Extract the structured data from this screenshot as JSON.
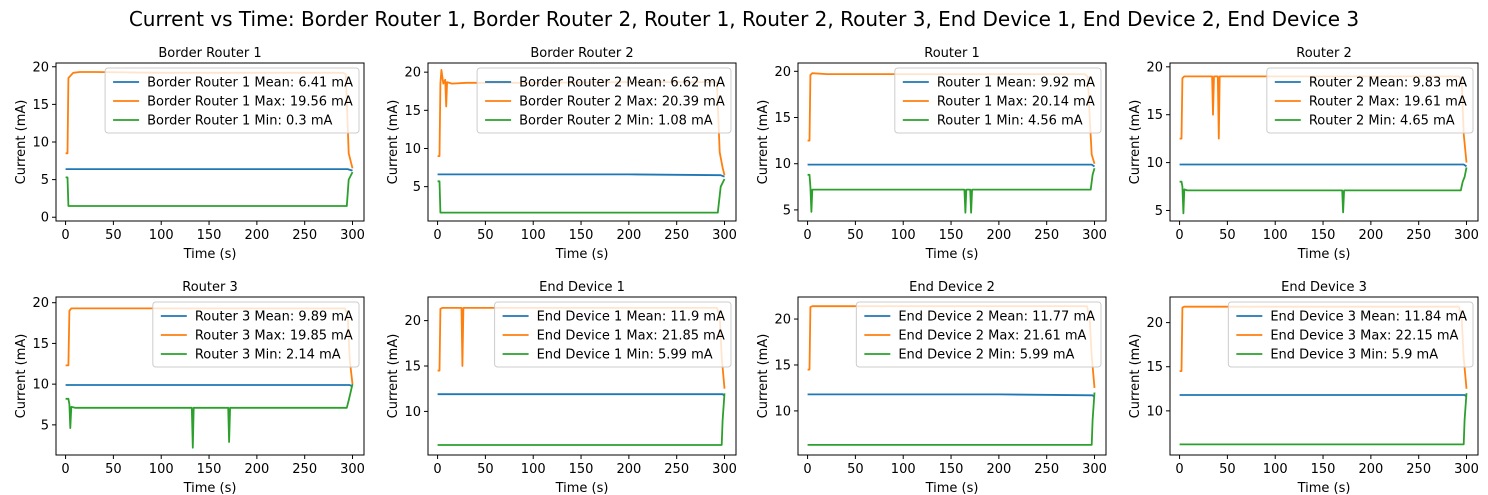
{
  "figure": {
    "suptitle": "Current vs Time: Border Router 1, Border Router 2, Router 1, Router 2, Router 3, End Device 1, End Device 2, End Device 3"
  },
  "colors": {
    "mean": "#1f77b4",
    "max": "#ff7f0e",
    "min": "#2ca02c"
  },
  "chart_data": [
    {
      "type": "line",
      "title": "Border Router 1",
      "xlabel": "Time (s)",
      "ylabel": "Current (mA)",
      "xlim": [
        -10,
        312
      ],
      "ylim": [
        -0.5,
        20.5
      ],
      "xticks": [
        0,
        50,
        100,
        150,
        200,
        250,
        300
      ],
      "yticks": [
        0,
        5,
        10,
        15,
        20
      ],
      "legend": "upper right",
      "series": [
        {
          "name": "Border Router 1 Mean: 6.41 mA",
          "role": "mean",
          "x": [
            0,
            100,
            200,
            295,
            300
          ],
          "y": [
            6.4,
            6.4,
            6.4,
            6.4,
            6.2
          ]
        },
        {
          "name": "Border Router 1 Max: 19.56 mA",
          "role": "max",
          "x": [
            0,
            2,
            3,
            8,
            15,
            30,
            100,
            200,
            290,
            293,
            296,
            298,
            300
          ],
          "y": [
            8.5,
            8.5,
            18.5,
            19.2,
            19.3,
            19.3,
            19.2,
            19.2,
            19.2,
            19.0,
            8.5,
            7.5,
            6.5
          ]
        },
        {
          "name": "Border Router 1 Min: 0.3 mA",
          "role": "min",
          "x": [
            0,
            2,
            3,
            100,
            200,
            294,
            296,
            298,
            300
          ],
          "y": [
            5.3,
            5.3,
            1.5,
            1.5,
            1.5,
            1.5,
            5.0,
            5.5,
            6.0
          ]
        }
      ]
    },
    {
      "type": "line",
      "title": "Border Router 2",
      "xlabel": "Time (s)",
      "ylabel": "Current (mA)",
      "xlim": [
        -10,
        312
      ],
      "ylim": [
        0.5,
        21.2
      ],
      "xticks": [
        0,
        50,
        100,
        150,
        200,
        250,
        300
      ],
      "yticks": [
        5,
        10,
        15,
        20
      ],
      "legend": "upper right",
      "series": [
        {
          "name": "Border Router 2 Mean: 6.62 mA",
          "role": "mean",
          "x": [
            0,
            100,
            200,
            296,
            300
          ],
          "y": [
            6.6,
            6.6,
            6.6,
            6.5,
            6.3
          ]
        },
        {
          "name": "Border Router 2 Max: 20.39 mA",
          "role": "max",
          "x": [
            0,
            2,
            3,
            4,
            6,
            8,
            9,
            10,
            15,
            30,
            100,
            200,
            292,
            295,
            298,
            300
          ],
          "y": [
            9.0,
            9.0,
            18.5,
            20.3,
            18.5,
            19.0,
            15.5,
            18.7,
            18.5,
            18.6,
            18.6,
            18.7,
            18.7,
            9.5,
            7.5,
            6.5
          ]
        },
        {
          "name": "Border Router 2 Min: 1.08 mA",
          "role": "min",
          "x": [
            0,
            2,
            3,
            100,
            200,
            293,
            296,
            300
          ],
          "y": [
            5.7,
            5.7,
            1.6,
            1.6,
            1.6,
            1.6,
            5.0,
            6.0
          ]
        }
      ]
    },
    {
      "type": "line",
      "title": "Router 1",
      "xlabel": "Time (s)",
      "ylabel": "Current (mA)",
      "xlim": [
        -10,
        312
      ],
      "ylim": [
        3.8,
        20.9
      ],
      "xticks": [
        0,
        50,
        100,
        150,
        200,
        250,
        300
      ],
      "yticks": [
        5,
        10,
        15,
        20
      ],
      "legend": "upper right",
      "series": [
        {
          "name": "Router 1 Mean: 9.92 mA",
          "role": "mean",
          "x": [
            0,
            100,
            200,
            297,
            300
          ],
          "y": [
            9.9,
            9.9,
            9.9,
            9.9,
            9.7
          ]
        },
        {
          "name": "Router 1 Max: 20.14 mA",
          "role": "max",
          "x": [
            0,
            2,
            3,
            5,
            20,
            100,
            200,
            290,
            293,
            295,
            297,
            300
          ],
          "y": [
            12.5,
            12.5,
            19.6,
            19.8,
            19.7,
            19.7,
            19.7,
            19.7,
            19.4,
            15.0,
            11.0,
            10.0
          ]
        },
        {
          "name": "Router 1 Min: 4.56 mA",
          "role": "min",
          "x": [
            0,
            2,
            3,
            4,
            5,
            8,
            100,
            164,
            165,
            166,
            170,
            171,
            172,
            200,
            296,
            298,
            300
          ],
          "y": [
            8.8,
            8.8,
            7.5,
            4.8,
            7.2,
            7.2,
            7.2,
            7.2,
            4.7,
            7.2,
            7.2,
            4.7,
            7.2,
            7.2,
            7.2,
            8.8,
            9.5
          ]
        }
      ]
    },
    {
      "type": "line",
      "title": "Router 2",
      "xlabel": "Time (s)",
      "ylabel": "Current (mA)",
      "xlim": [
        -10,
        312
      ],
      "ylim": [
        3.9,
        20.4
      ],
      "xticks": [
        0,
        50,
        100,
        150,
        200,
        250,
        300
      ],
      "yticks": [
        5,
        10,
        15,
        20
      ],
      "legend": "upper right",
      "series": [
        {
          "name": "Router 2 Mean: 9.83 mA",
          "role": "mean",
          "x": [
            0,
            100,
            200,
            297,
            300
          ],
          "y": [
            9.8,
            9.8,
            9.8,
            9.8,
            9.6
          ]
        },
        {
          "name": "Router 2 Max: 19.61 mA",
          "role": "max",
          "x": [
            0,
            2,
            3,
            5,
            20,
            34,
            35,
            36,
            40,
            41,
            42,
            100,
            200,
            292,
            295,
            297,
            300
          ],
          "y": [
            12.5,
            12.5,
            18.8,
            19.0,
            19.0,
            19.0,
            15.0,
            19.0,
            19.0,
            12.5,
            19.0,
            19.0,
            19.0,
            19.0,
            18.5,
            13.0,
            10.0
          ]
        },
        {
          "name": "Router 2 Min: 4.65 mA",
          "role": "min",
          "x": [
            0,
            2,
            3,
            4,
            5,
            8,
            100,
            170,
            171,
            172,
            200,
            294,
            296,
            298,
            300
          ],
          "y": [
            8.0,
            8.0,
            7.5,
            4.7,
            7.2,
            7.1,
            7.1,
            7.1,
            4.8,
            7.1,
            7.1,
            7.1,
            8.0,
            8.5,
            9.5
          ]
        }
      ]
    },
    {
      "type": "line",
      "title": "Router 3",
      "xlabel": "Time (s)",
      "ylabel": "Current (mA)",
      "xlim": [
        -10,
        312
      ],
      "ylim": [
        1.3,
        20.7
      ],
      "xticks": [
        0,
        50,
        100,
        150,
        200,
        250,
        300
      ],
      "yticks": [
        5,
        10,
        15,
        20
      ],
      "legend": "upper right",
      "series": [
        {
          "name": "Router 3 Mean: 9.89 mA",
          "role": "mean",
          "x": [
            0,
            100,
            200,
            297,
            300
          ],
          "y": [
            9.9,
            9.9,
            9.9,
            9.9,
            9.7
          ]
        },
        {
          "name": "Router 3 Max: 19.85 mA",
          "role": "max",
          "x": [
            0,
            3,
            4,
            6,
            20,
            100,
            200,
            292,
            295,
            297,
            300
          ],
          "y": [
            12.3,
            12.3,
            19.0,
            19.3,
            19.3,
            19.3,
            19.3,
            19.3,
            18.5,
            13.0,
            10.0
          ]
        },
        {
          "name": "Router 3 Min: 2.14 mA",
          "role": "min",
          "x": [
            0,
            3,
            4,
            5,
            6,
            10,
            100,
            132,
            133,
            134,
            170,
            171,
            172,
            200,
            294,
            296,
            298,
            300
          ],
          "y": [
            8.2,
            8.2,
            7.5,
            4.6,
            7.2,
            7.1,
            7.1,
            7.1,
            2.2,
            7.1,
            7.1,
            2.9,
            7.1,
            7.1,
            7.1,
            8.0,
            9.0,
            10.0
          ]
        }
      ]
    },
    {
      "type": "line",
      "title": "End Device 1",
      "xlabel": "Time (s)",
      "ylabel": "Current (mA)",
      "xlim": [
        -10,
        312
      ],
      "ylim": [
        5.2,
        22.6
      ],
      "xticks": [
        0,
        50,
        100,
        150,
        200,
        250,
        300
      ],
      "yticks": [
        10,
        15,
        20
      ],
      "legend": "upper right",
      "series": [
        {
          "name": "End Device 1 Mean: 11.9 mA",
          "role": "mean",
          "x": [
            0,
            100,
            200,
            298,
            300
          ],
          "y": [
            11.9,
            11.9,
            11.9,
            11.9,
            11.7
          ]
        },
        {
          "name": "End Device 1 Max: 21.85 mA",
          "role": "max",
          "x": [
            0,
            2,
            3,
            5,
            20,
            25,
            26,
            27,
            100,
            200,
            292,
            295,
            297,
            300
          ],
          "y": [
            14.5,
            14.5,
            21.3,
            21.4,
            21.4,
            21.4,
            15.0,
            21.4,
            21.4,
            21.4,
            21.4,
            20.5,
            16.0,
            12.5
          ]
        },
        {
          "name": "End Device 1 Min: 5.99 mA",
          "role": "min",
          "x": [
            0,
            100,
            200,
            297,
            298,
            300
          ],
          "y": [
            6.3,
            6.3,
            6.3,
            6.3,
            9.0,
            12.0
          ]
        }
      ]
    },
    {
      "type": "line",
      "title": "End Device 2",
      "xlabel": "Time (s)",
      "ylabel": "Current (mA)",
      "xlim": [
        -10,
        312
      ],
      "ylim": [
        5.2,
        22.4
      ],
      "xticks": [
        0,
        50,
        100,
        150,
        200,
        250,
        300
      ],
      "yticks": [
        10,
        15,
        20
      ],
      "legend": "upper right",
      "series": [
        {
          "name": "End Device 2 Mean: 11.77 mA",
          "role": "mean",
          "x": [
            0,
            100,
            200,
            298,
            300
          ],
          "y": [
            11.8,
            11.8,
            11.8,
            11.7,
            11.5
          ]
        },
        {
          "name": "End Device 2 Max: 21.61 mA",
          "role": "max",
          "x": [
            0,
            2,
            3,
            5,
            20,
            100,
            200,
            292,
            295,
            297,
            300
          ],
          "y": [
            14.5,
            14.5,
            21.3,
            21.4,
            21.4,
            21.4,
            21.4,
            21.4,
            20.0,
            16.0,
            12.5
          ]
        },
        {
          "name": "End Device 2 Min: 5.99 mA",
          "role": "min",
          "x": [
            0,
            100,
            200,
            297,
            298,
            300
          ],
          "y": [
            6.3,
            6.3,
            6.3,
            6.3,
            9.0,
            12.0
          ]
        }
      ]
    },
    {
      "type": "line",
      "title": "End Device 3",
      "xlabel": "Time (s)",
      "ylabel": "Current (mA)",
      "xlim": [
        -10,
        312
      ],
      "ylim": [
        5.0,
        22.9
      ],
      "xticks": [
        0,
        50,
        100,
        150,
        200,
        250,
        300
      ],
      "yticks": [
        10,
        15,
        20
      ],
      "legend": "upper right",
      "series": [
        {
          "name": "End Device 3 Mean: 11.84 mA",
          "role": "mean",
          "x": [
            0,
            100,
            200,
            298,
            300
          ],
          "y": [
            11.8,
            11.8,
            11.8,
            11.8,
            11.6
          ]
        },
        {
          "name": "End Device 3 Max: 22.15 mA",
          "role": "max",
          "x": [
            0,
            2,
            3,
            5,
            20,
            100,
            200,
            292,
            295,
            297,
            300
          ],
          "y": [
            14.5,
            14.5,
            21.7,
            21.8,
            21.8,
            21.8,
            21.8,
            21.8,
            20.5,
            16.0,
            12.5
          ]
        },
        {
          "name": "End Device 3 Min: 5.9 mA",
          "role": "min",
          "x": [
            0,
            100,
            200,
            297,
            298,
            300
          ],
          "y": [
            6.2,
            6.2,
            6.2,
            6.2,
            9.0,
            12.0
          ]
        }
      ]
    }
  ]
}
